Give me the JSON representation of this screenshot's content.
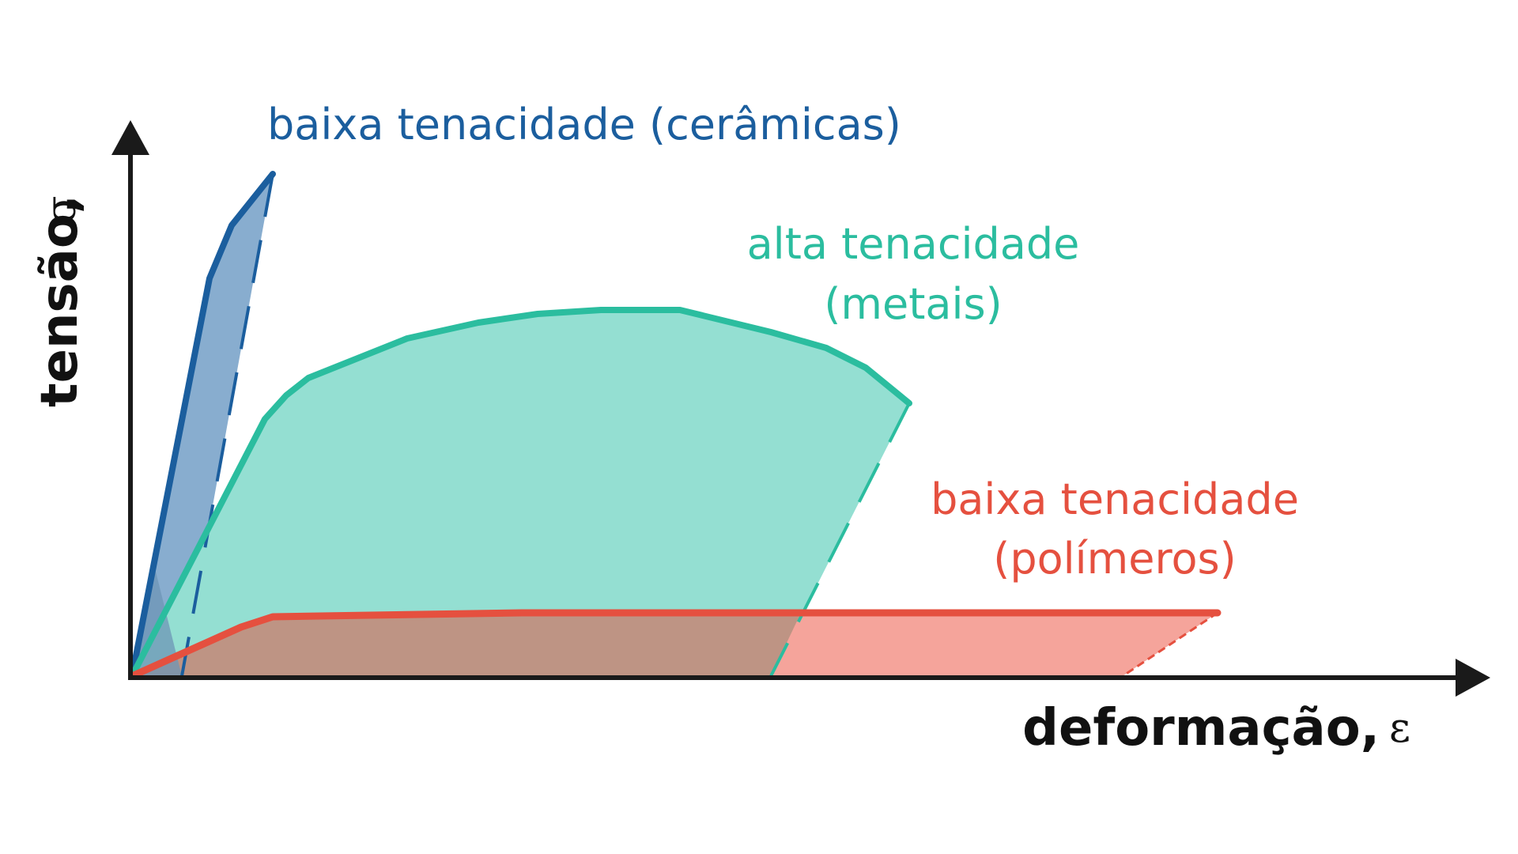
{
  "axes": {
    "x_label": "deformação,",
    "x_symbol": "ε",
    "y_label": "tensão,",
    "y_symbol": "σ"
  },
  "colors": {
    "axis": "#1a1a1a",
    "ceramics_line": "#1b5e9e",
    "ceramics_fill": "#88adcf",
    "metals_line": "#2bbd9f",
    "metals_fill": "#94dfd2",
    "polymers_line": "#e5503f",
    "polymers_fill": "#f5a49b",
    "overlap_fill": "#be9484"
  },
  "curves": [
    {
      "id": "ceramics",
      "label_lines": [
        "baixa tenacidade (cerâmicas)"
      ],
      "label_color": "#1b5e9e"
    },
    {
      "id": "metals",
      "label_lines": [
        "alta tenacidade",
        "(metais)"
      ],
      "label_color": "#2bbd9f"
    },
    {
      "id": "polymers",
      "label_lines": [
        "baixa tenacidade",
        "(polímeros)"
      ],
      "label_color": "#e5503f"
    }
  ]
}
